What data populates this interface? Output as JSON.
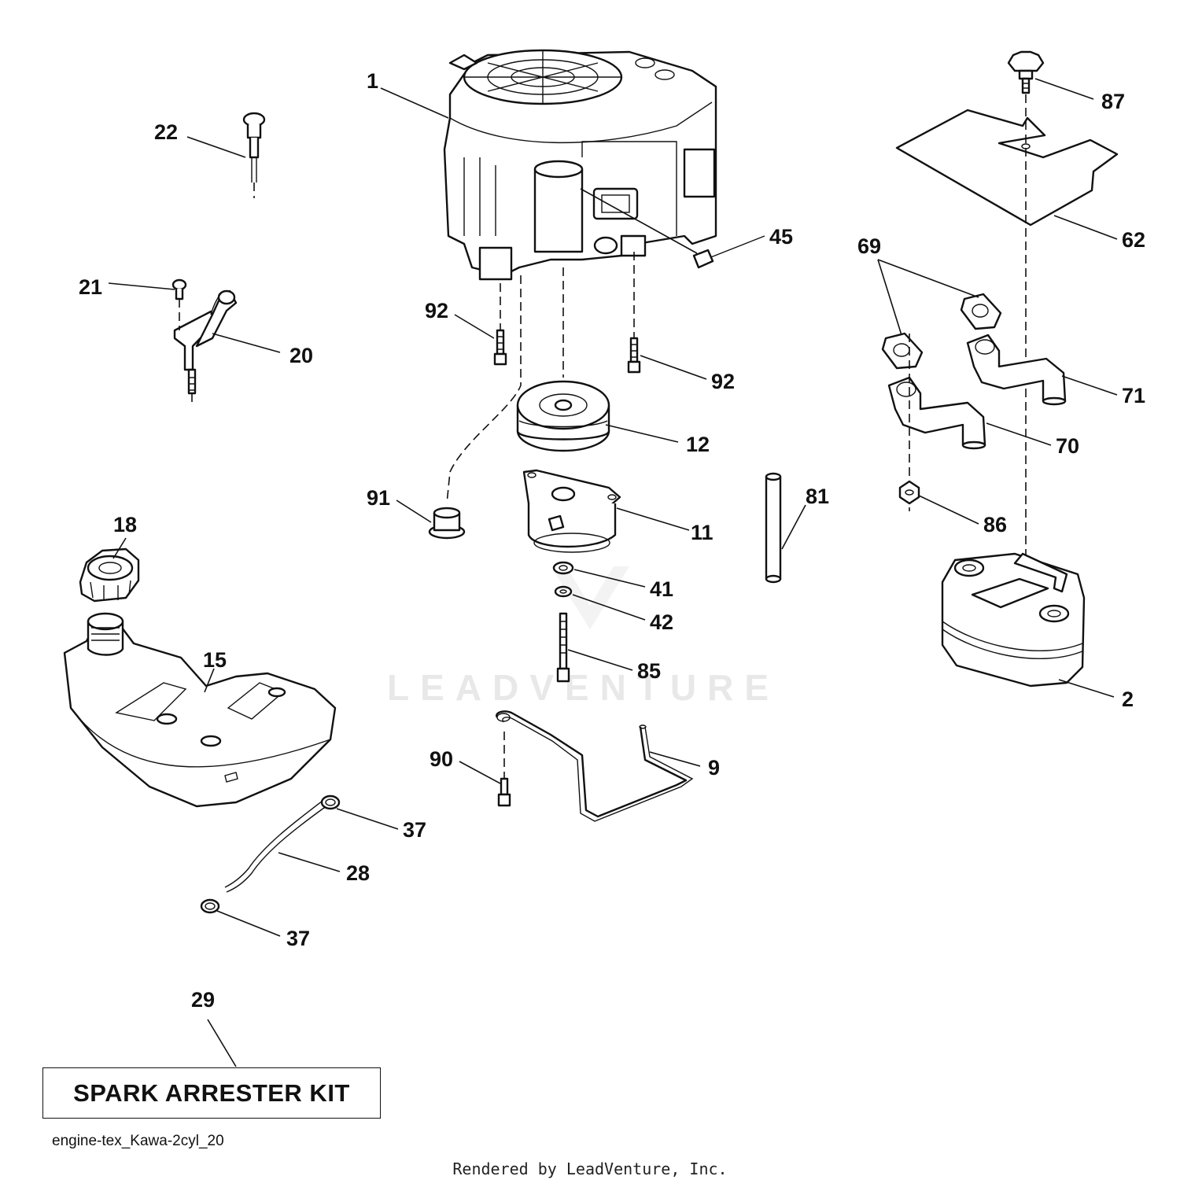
{
  "watermark": "LEADVENTURE",
  "callouts": {
    "c1": "1",
    "c2": "2",
    "c9": "9",
    "c11": "11",
    "c12": "12",
    "c15": "15",
    "c18": "18",
    "c20": "20",
    "c21": "21",
    "c22": "22",
    "c28": "28",
    "c29": "29",
    "c37a": "37",
    "c37b": "37",
    "c41": "41",
    "c42": "42",
    "c45": "45",
    "c62": "62",
    "c69": "69",
    "c70": "70",
    "c71": "71",
    "c81": "81",
    "c85": "85",
    "c86": "86",
    "c87": "87",
    "c90": "90",
    "c91": "91",
    "c92a": "92",
    "c92b": "92"
  },
  "kit_label": "SPARK ARRESTER KIT",
  "diagram_ref": "engine-tex_Kawa-2cyl_20",
  "footer": "Rendered by LeadVenture, Inc."
}
